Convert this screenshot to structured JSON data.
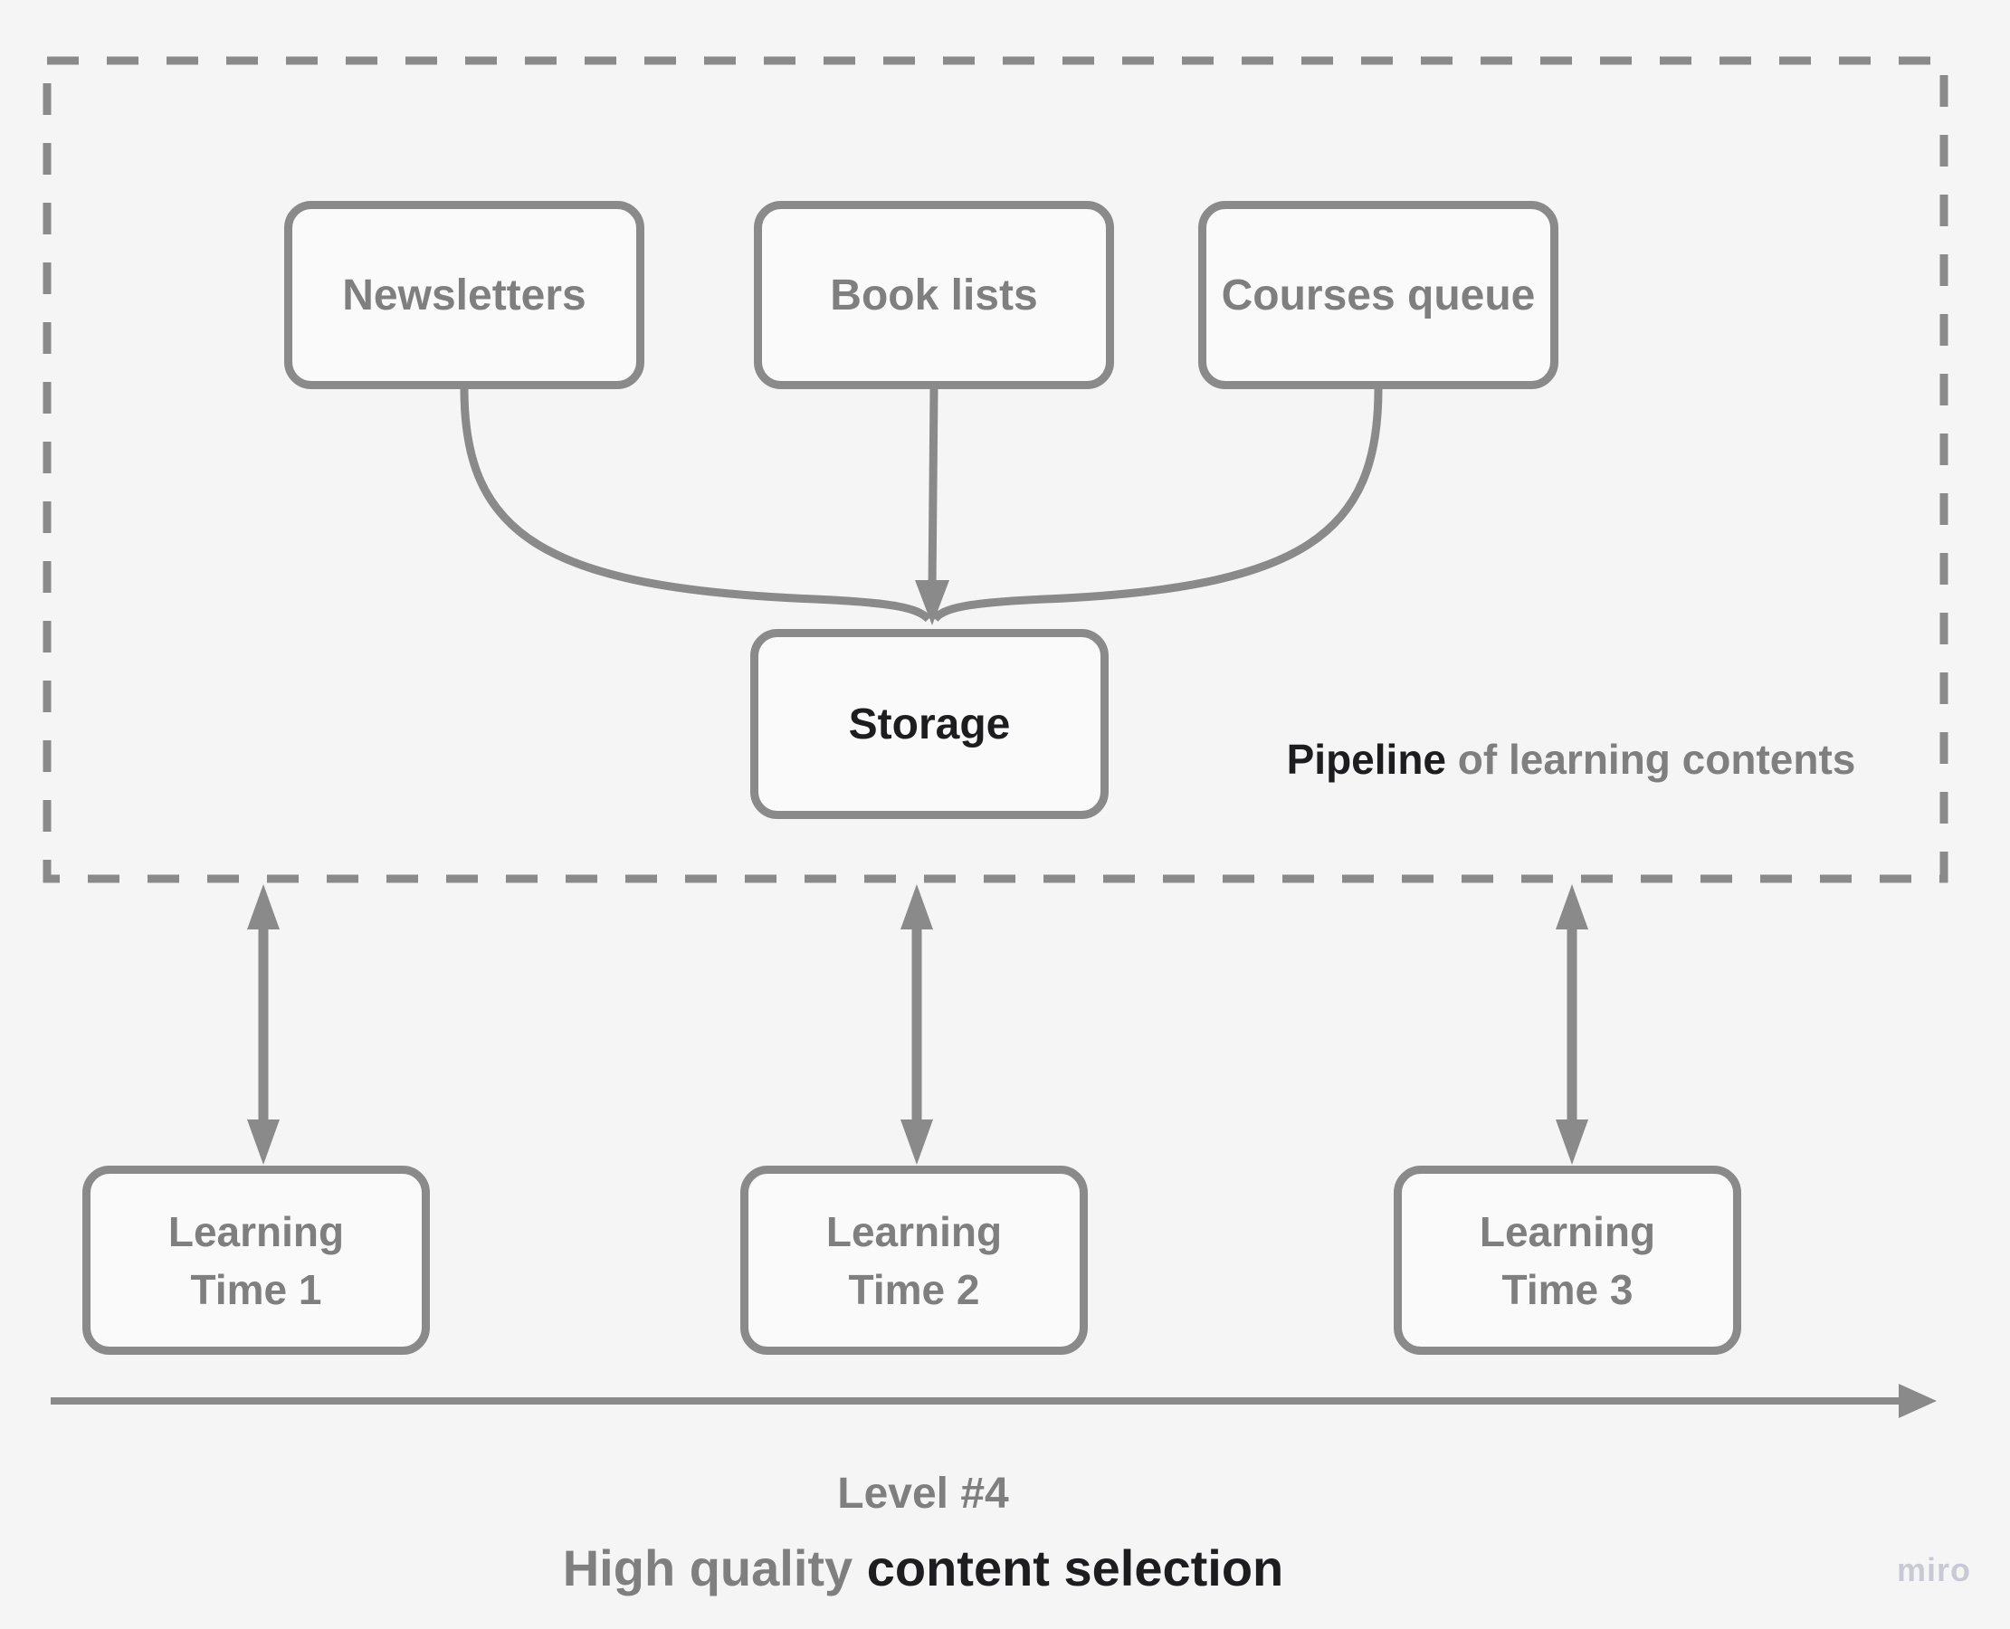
{
  "colors": {
    "background": "#f5f5f6",
    "shape_fill": "#fafafa",
    "stroke": "#8a8a8a",
    "gray_text": "#7f7f7f",
    "dark_text": "#1d1d1f",
    "watermark": "#c9c9d6"
  },
  "pipeline": {
    "sources": [
      {
        "label": "Newsletters"
      },
      {
        "label": "Book lists"
      },
      {
        "label": "Courses queue"
      }
    ],
    "storage_label": "Storage",
    "caption_bold": "Pipeline",
    "caption_rest": " of learning contents"
  },
  "learning_times": [
    {
      "line1": "Learning",
      "line2": "Time 1"
    },
    {
      "line1": "Learning",
      "line2": "Time 2"
    },
    {
      "line1": "Learning",
      "line2": "Time 3"
    }
  ],
  "footer": {
    "level": "Level #4",
    "subtitle_gray": "High quality ",
    "subtitle_dark": "content selection"
  },
  "watermark": "miro"
}
